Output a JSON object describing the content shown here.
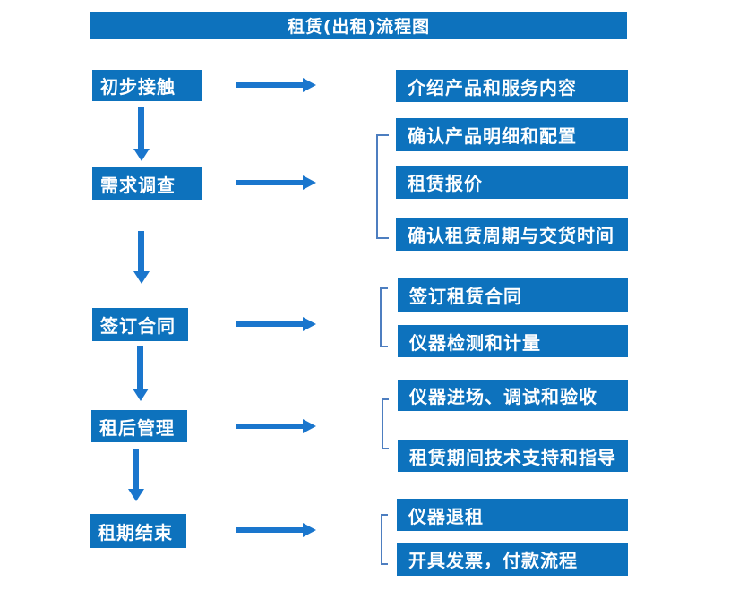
{
  "title": "租赁(出租)流程图",
  "colors": {
    "box_blue": "#0d72bd",
    "arrow_blue": "#1a76cd",
    "bracket_blue": "#4d7ec0",
    "text_white": "#ffffff"
  },
  "flow": [
    {
      "step": "初步接触",
      "details": [
        "介绍产品和服务内容"
      ]
    },
    {
      "step": "需求调查",
      "details": [
        "确认产品明细和配置",
        "租赁报价",
        "确认租赁周期与交货时间"
      ]
    },
    {
      "step": "签订合同",
      "details": [
        "签订租赁合同",
        "仪器检测和计量"
      ]
    },
    {
      "step": "租后管理",
      "details": [
        "仪器进场、调试和验收",
        "租赁期间技术支持和指导"
      ]
    },
    {
      "step": "租期结束",
      "details": [
        "仪器退租",
        "开具发票，付款流程"
      ]
    }
  ]
}
